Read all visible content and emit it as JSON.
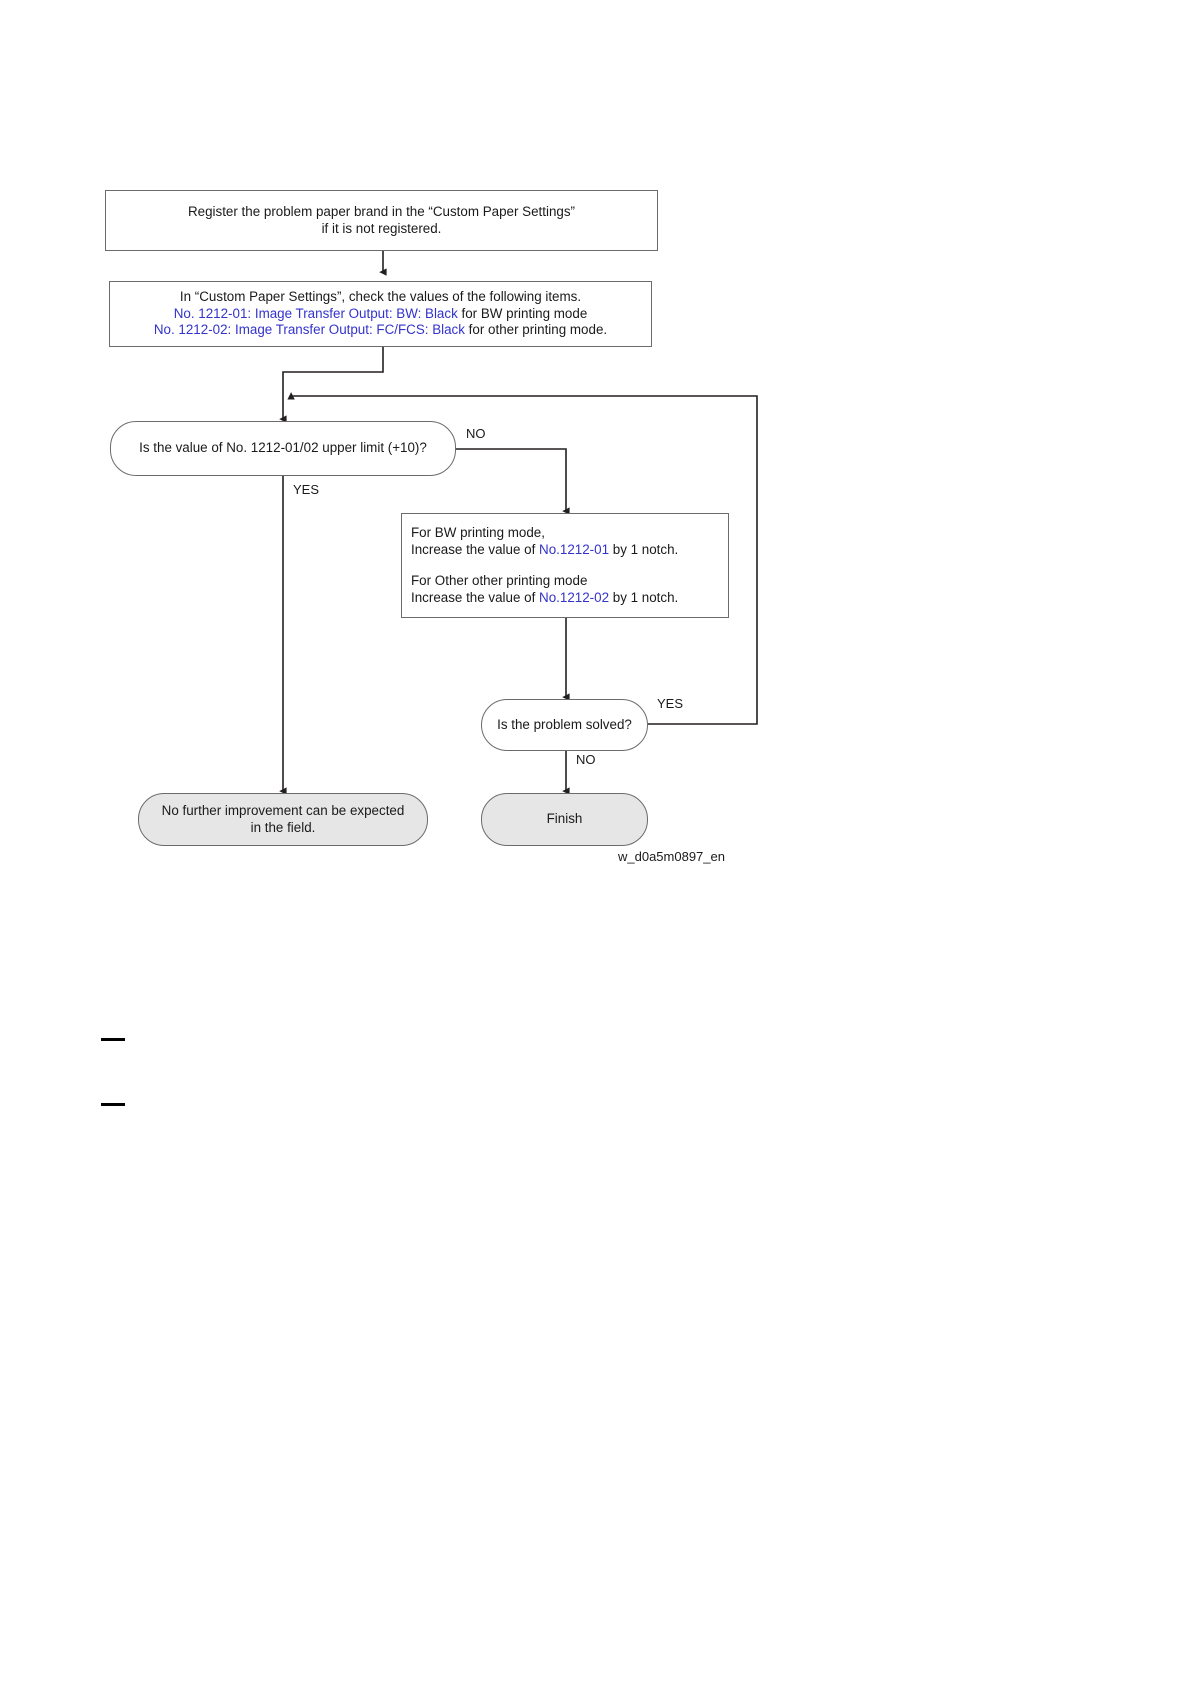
{
  "figure": {
    "caption": "w_d0a5m0897_en",
    "type": "flowchart"
  },
  "nodes": {
    "register": {
      "shape": "process",
      "line1": "Register the problem paper brand in the “Custom Paper Settings”",
      "line2": "if it is not registered."
    },
    "check_values": {
      "shape": "process",
      "line1": "In “Custom Paper Settings”, check the values of the following items.",
      "line2_blue": "No. 1212-01: Image Transfer Output: BW: Black",
      "line2_rest": " for BW printing mode",
      "line3_blue": "No. 1212-02: Image Transfer Output: FC/FCS: Black",
      "line3_rest": " for other printing mode."
    },
    "decision_upper_limit": {
      "shape": "decision",
      "text": "Is the value of No. 1212-01/02 upper limit (+10)?"
    },
    "increase_notch": {
      "shape": "process",
      "line1": "For BW printing mode,",
      "line2_pre": "Increase the value of ",
      "line2_blue": "No.1212-01",
      "line2_post": " by 1 notch.",
      "line3": "For Other other printing mode",
      "line4_pre": "Increase the value of ",
      "line4_blue": "No.1212-02",
      "line4_post": " by 1 notch."
    },
    "decision_solved": {
      "shape": "decision",
      "text": "Is the problem solved?"
    },
    "no_improvement": {
      "shape": "terminator",
      "line1": "No further improvement can be expected",
      "line2": "in the field."
    },
    "finish": {
      "shape": "terminator",
      "text": "Finish"
    }
  },
  "edge_labels": {
    "upper_limit_no": "NO",
    "upper_limit_yes": "YES",
    "solved_yes": "YES",
    "solved_no": "NO"
  },
  "colors": {
    "link_blue": "#3333cc",
    "node_stroke": "#6b6b6b",
    "terminator_fill": "#e6e6e6",
    "connector": "#231f20",
    "text": "#1a1a1a"
  }
}
